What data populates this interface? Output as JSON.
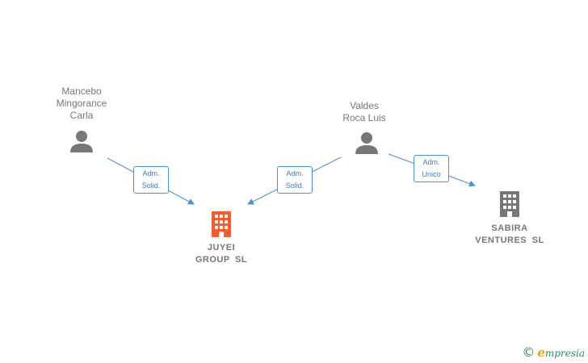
{
  "persons": [
    {
      "id": "p1",
      "name": "Mancebo\nMingorance\nCarla"
    },
    {
      "id": "p2",
      "name": "Valdes\nRoca Luis"
    }
  ],
  "companies": [
    {
      "id": "c1",
      "name": "JUYEI\nGROUP  SL",
      "color": "#ff5a2b"
    },
    {
      "id": "c2",
      "name": "SABIRA\nVENTURES  SL",
      "color": "#777777"
    }
  ],
  "relations": [
    {
      "from": "p1",
      "to": "c1",
      "label": "Adm.\nSolid."
    },
    {
      "from": "p2",
      "to": "c1",
      "label": "Adm.\nSolid."
    },
    {
      "from": "p2",
      "to": "c2",
      "label": "Adm.\nUnico"
    }
  ],
  "colors": {
    "person_icon": "#777777",
    "link": "#4a90d9"
  },
  "brand": {
    "copyright_symbol": "©",
    "initial": "e",
    "rest": "mpresia"
  }
}
